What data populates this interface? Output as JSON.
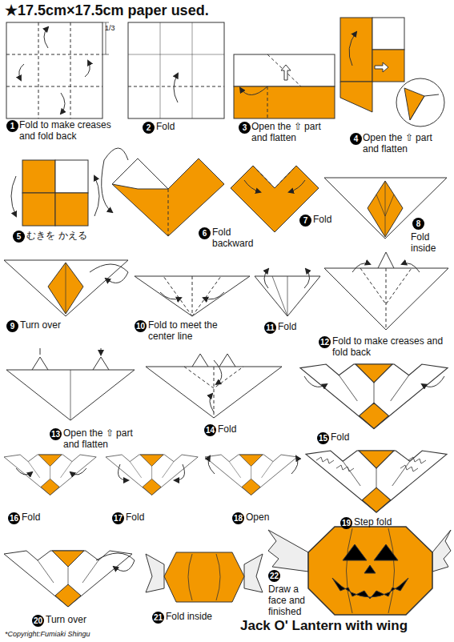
{
  "diagram": {
    "title": "★17.5cm×17.5cm paper used.",
    "caption": "Jack O' Lantern with wing",
    "labels": [
      "1/3",
      "1",
      "Fold to make creases and fold back",
      "2",
      "Fold",
      "3",
      "Open the ⇧ part and flatten",
      "4",
      "Open the ⇧ part and flatten",
      "5",
      "むきを かえる",
      "6",
      "Fold backward",
      "7",
      "Fold",
      "8",
      "Fold inside",
      "9",
      "Turn over",
      "10",
      "Fold to meet the center line",
      "11",
      "Fold",
      "12",
      "Fold to make creases and fold back",
      "13",
      "Open the ⇧ part and flatten",
      "14",
      "Fold",
      "15",
      "Fold",
      "16",
      "Fold",
      "17",
      "Fold",
      "18",
      "Open",
      "19",
      "Step fold",
      "20",
      "Turn over",
      "21",
      "Fold inside",
      "22",
      "Draw a face and finished",
      "*Copyright:Fumiaki Shingu"
    ]
  }
}
